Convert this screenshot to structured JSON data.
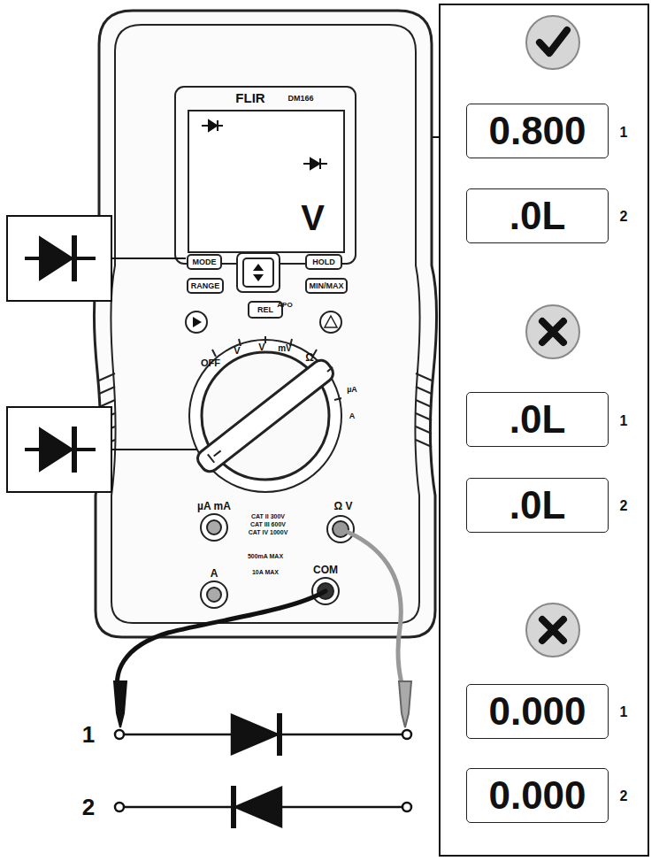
{
  "diagram": {
    "nodes": [
      {
        "text": [
          "V"
        ]
      },
      {
        "text": [
          "MODE"
        ]
      },
      {
        "text": [
          "HOLD"
        ]
      },
      {
        "text": [
          "RANGE"
        ]
      },
      {
        "text": [
          "MIN/MAX"
        ]
      },
      {
        "text": [
          "REL"
        ]
      },
      {
        "text": [
          "0.800"
        ]
      },
      {
        "text": [
          ".0L"
        ]
      },
      {
        "text": [
          ".0L"
        ]
      },
      {
        "text": [
          ".0L"
        ]
      },
      {
        "text": [
          "0.000"
        ]
      },
      {
        "text": [
          "0.000"
        ]
      }
    ],
    "labels": [
      "FLIR",
      "DM166",
      "OFF",
      "V",
      "V",
      "mV",
      "Ω",
      "µA",
      "A",
      "APO",
      "µA mA",
      "A",
      "Ω V",
      "COM",
      "CAT II 300V",
      "CAT III 600V",
      "CAT IV 1000V",
      "500mA MAX",
      "10A MAX",
      "1",
      "2",
      "1",
      "2",
      "1",
      "2",
      "1",
      "2"
    ]
  }
}
